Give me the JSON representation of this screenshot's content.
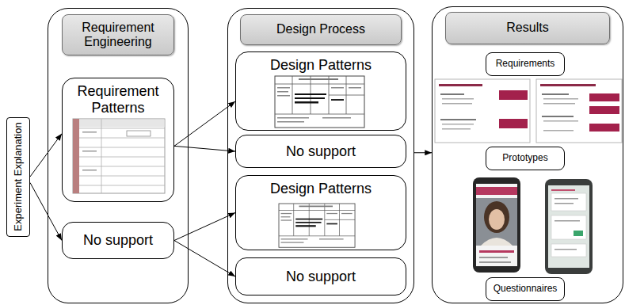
{
  "diagram": {
    "nodes": [
      {
        "text": [
          "Experiment Explanation"
        ]
      },
      {
        "text": [
          "Requirement Engineering"
        ]
      },
      {
        "text": [
          "Requirement Patterns"
        ],
        "in": 1
      },
      {
        "text": [
          "No support"
        ],
        "in": 1
      },
      {
        "text": [
          "Design Process"
        ]
      },
      {
        "text": [
          "Design Patterns"
        ],
        "in": 4
      },
      {
        "text": [
          "No support"
        ],
        "in": 4
      },
      {
        "text": [
          "Design Patterns"
        ],
        "in": 4
      },
      {
        "text": [
          "No support"
        ],
        "in": 4
      },
      {
        "text": [
          "Results"
        ]
      },
      {
        "text": [
          "Requirements"
        ],
        "in": 9
      },
      {
        "text": [
          "Prototypes"
        ],
        "in": 9
      },
      {
        "text": [
          "Questionnaires"
        ],
        "in": 9
      }
    ],
    "edges": [
      {
        "from": 0,
        "to": 2,
        "arrow": "to"
      },
      {
        "from": 0,
        "to": 3,
        "arrow": "to"
      },
      {
        "from": 2,
        "to": 5,
        "arrow": "to"
      },
      {
        "from": 2,
        "to": 6,
        "arrow": "to"
      },
      {
        "from": 3,
        "to": 7,
        "arrow": "to"
      },
      {
        "from": 3,
        "to": 8,
        "arrow": "to"
      },
      {
        "from": 4,
        "to": 9,
        "arrow": "to"
      }
    ]
  }
}
